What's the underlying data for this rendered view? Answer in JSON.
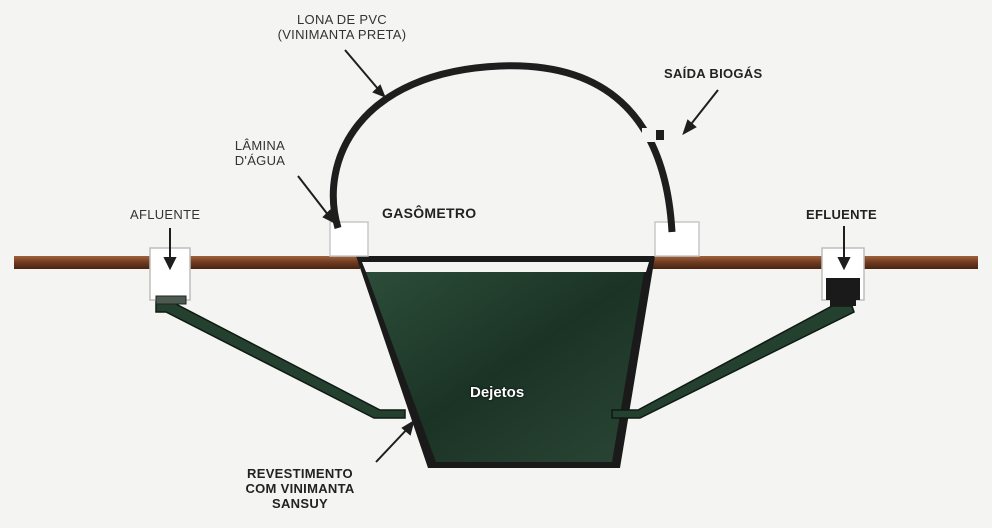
{
  "labels": {
    "lona_line1": "LONA DE PVC",
    "lona_line2": "(VINIMANTA PRETA)",
    "saida_biogas": "SAÍDA BIOGÁS",
    "lamina_line1": "LÂMINA",
    "lamina_line2": "D'ÁGUA",
    "afluente": "AFLUENTE",
    "gasometro": "GASÔMETRO",
    "efluente": "EFLUENTE",
    "dejetos": "Dejetos",
    "revest_line1": "REVESTIMENTO",
    "revest_line2": "COM VINIMANTA",
    "revest_line3": "SANSUY"
  },
  "colors": {
    "background": "#f4f4f2",
    "ground": "#7a3f22",
    "dome": "#1e1e1e",
    "liquid": "#1f3a2b",
    "pipe": "#24402f"
  }
}
